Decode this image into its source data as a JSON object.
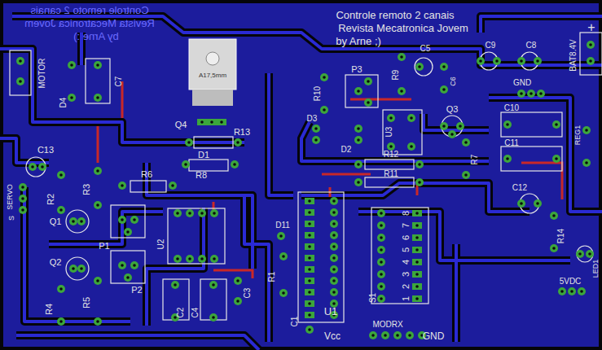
{
  "diagram": {
    "labels": [
      "Controle remoto 2 canais",
      "Revista Mecatronica Jovem",
      "by Arne :)",
      "Controle remoto 2 canais",
      "Revista Mecatronica Jovem",
      "by Arne ;)",
      "MOTOR",
      "A17,5mm",
      "Q4",
      "R13",
      "D1",
      "R8",
      "R6",
      "R3",
      "R2",
      "Q1",
      "Q2",
      "P1",
      "P2",
      "U2",
      "C2",
      "C4",
      "C3",
      "R4",
      "R5",
      "C13",
      "SERVO",
      "S",
      "D4",
      "C7",
      "R10",
      "P3",
      "R9",
      "C5",
      "C6",
      "D3",
      "D2",
      "U3",
      "Q3",
      "R12",
      "R11",
      "R7",
      "C9",
      "C8",
      "GND",
      "C10",
      "C11",
      "REG1",
      "C12",
      "R14",
      "LED1",
      "5VDC",
      "D11",
      "R1",
      "C1",
      "U1",
      "S1",
      "8",
      "7",
      "6",
      "5",
      "4",
      "3",
      "2",
      "1",
      "MODRX",
      "Vcc",
      "GND",
      "BAT8.4V",
      "+"
    ]
  }
}
